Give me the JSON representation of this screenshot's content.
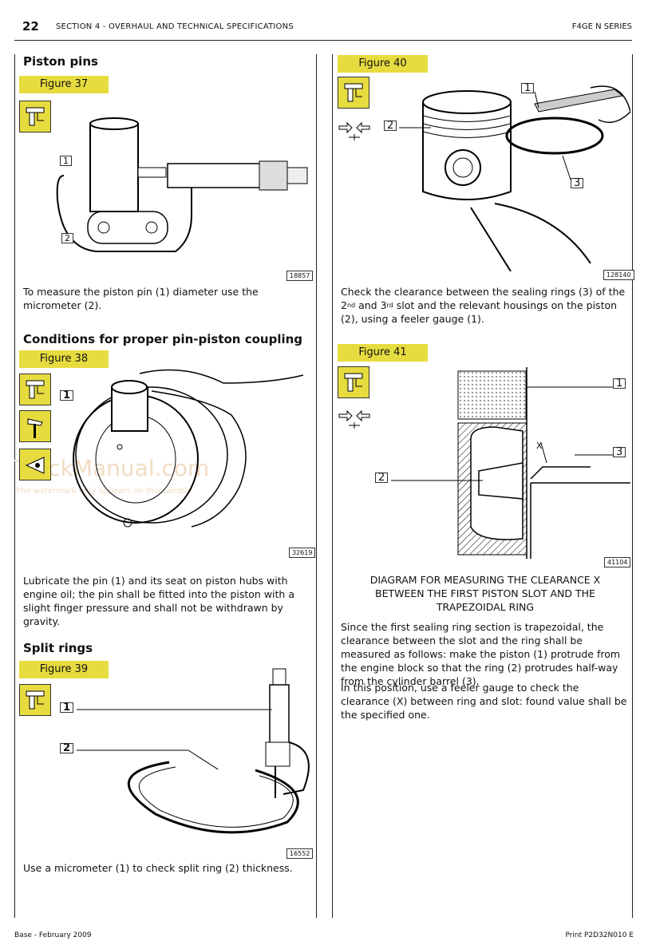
{
  "header": {
    "page_number": "22",
    "section": "SECTION 4 - OVERHAUL AND TECHNICAL SPECIFICATIONS",
    "series": "F4GE N SERIES"
  },
  "left": {
    "sec1_title": "Piston pins",
    "fig37_label": "Figure 37",
    "fig37_ref": "18857",
    "fig37_callouts": [
      "1",
      "2"
    ],
    "fig37_text": "To measure the piston pin (1) diameter use the micrometer (2).",
    "sec2_title": "Conditions for proper pin-piston coupling",
    "fig38_label": "Figure 38",
    "fig38_ref": "32619",
    "fig38_callouts": [
      "1"
    ],
    "fig38_text": "Lubricate the pin (1) and its seat on piston hubs with engine oil; the pin shall be fitted into the piston with a slight finger pressure and shall not be withdrawn by gravity.",
    "sec3_title": "Split rings",
    "fig39_label": "Figure 39",
    "fig39_ref": "16552",
    "fig39_callouts": [
      "1",
      "2"
    ],
    "fig39_text": "Use a micrometer (1) to check split ring (2) thickness."
  },
  "right": {
    "fig40_label": "Figure 40",
    "fig40_ref": "128140",
    "fig40_callouts": [
      "1",
      "2",
      "3"
    ],
    "fig40_text_a": "Check the clearance between the sealing rings (3) of the 2",
    "fig40_sup_a": "nd",
    "fig40_text_b": " and 3",
    "fig40_sup_b": "rd",
    "fig40_text_c": " slot and the relevant housings on the piston (2), using a feeler gauge (1).",
    "fig41_label": "Figure 41",
    "fig41_ref": "41104",
    "fig41_callouts": [
      "1",
      "2",
      "3"
    ],
    "fig41_x": "X",
    "fig41_caption": "DIAGRAM FOR MEASURING THE CLEARANCE X BETWEEN THE FIRST PISTON SLOT AND THE TRAPEZOIDAL RING",
    "fig41_text1": "Since the first sealing ring section is trapezoidal, the clearance between the slot and the ring shall be measured as follows: make the piston (1) protrude from the engine block so that the ring (2) protrudes half-way from the cylinder barrel (3).",
    "fig41_text2": "In this position, use a feeler gauge to check the clearance (X) between ring and slot: found value shall be the specified one."
  },
  "watermark": {
    "line1": "TruckManual.com",
    "line2": "The watermark only appears on this sample"
  },
  "footer": {
    "left": "Base - February 2009",
    "right": "Print P2D32N010 E"
  },
  "icons": [
    "micrometer-icon",
    "hammer-icon",
    "eye-inspection-icon",
    "clearance-arrows-icon"
  ],
  "colors": {
    "figure_label_bg": "#e7dc3f",
    "watermark": "#f1dcc3"
  }
}
